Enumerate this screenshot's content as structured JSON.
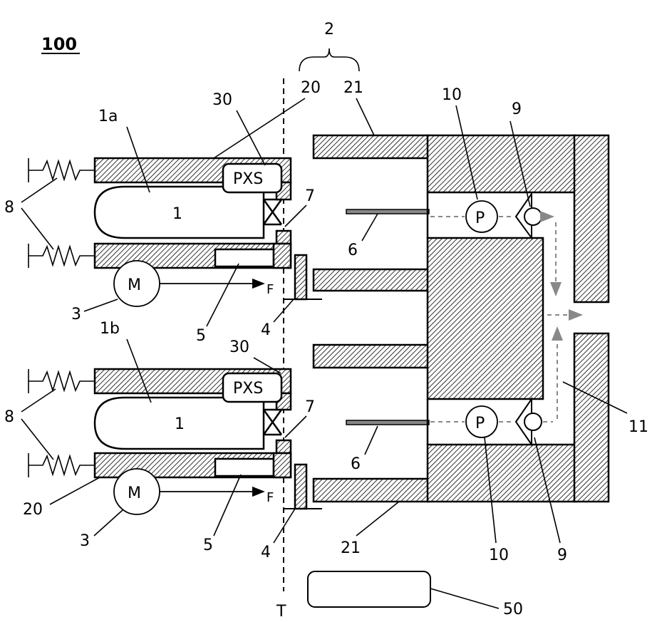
{
  "figure_number": "100",
  "labels": {
    "group_2": "2",
    "l20_top": "20",
    "l21_top": "21",
    "l30_top": "30",
    "l1a": "1a",
    "l10_top": "10",
    "l9_top": "9",
    "l8_top": "8",
    "l1_top": "1",
    "pxs_top": "PXS",
    "l7_top": "7",
    "l6_top": "6",
    "m_top": "M",
    "f_top": "F",
    "l3_top": "3",
    "l4_top": "4",
    "l5_top": "5",
    "p_top": "P",
    "l1b": "1b",
    "l30_bot": "30",
    "l8_bot": "8",
    "l1_bot": "1",
    "pxs_bot": "PXS",
    "l7_bot": "7",
    "l6_bot": "6",
    "l11": "11",
    "p_bot": "P",
    "l20_bot": "20",
    "m_bot": "M",
    "f_bot": "F",
    "l3_bot": "3",
    "l5_bot": "5",
    "l4_bot": "4",
    "l21_bot": "21",
    "l10_bot": "10",
    "l9_bot": "9",
    "t": "T",
    "l50": "50"
  }
}
